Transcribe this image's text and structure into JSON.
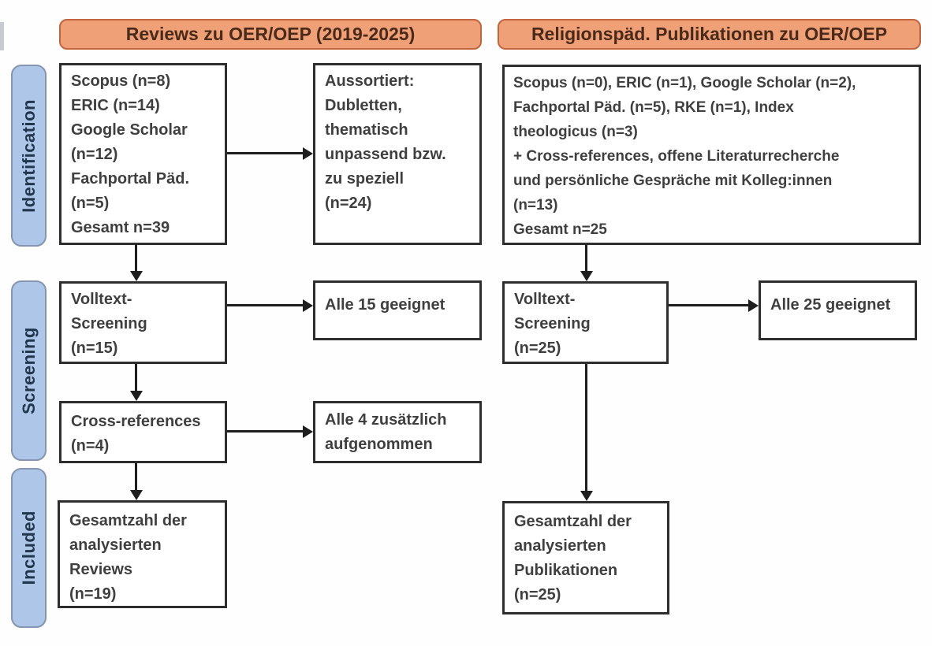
{
  "headers": {
    "left": "Reviews zu OER/OEP (2019-2025)",
    "right": "Religionspäd. Publikationen zu OER/OEP"
  },
  "stages": {
    "identification": "Identification",
    "screening": "Screening",
    "included": "Included"
  },
  "left_flow": {
    "sources": "Scopus (n=8)\nERIC (n=14)\nGoogle Scholar\n(n=12)\nFachportal Päd.\n(n=5)\nGesamt n=39",
    "excluded": "Aussortiert:\nDubletten,\nthematisch\nunpassend bzw.\nzu speziell\n(n=24)",
    "fulltext_screening": "Volltext-\nScreening\n(n=15)",
    "eligible": "Alle 15 geeignet",
    "cross_references": "Cross-references\n(n=4)",
    "added": "Alle 4 zusätzlich\naufgenommen",
    "total": "Gesamtzahl der\nanalysierten\nReviews\n(n=19)"
  },
  "right_flow": {
    "sources": "Scopus (n=0), ERIC (n=1), Google Scholar (n=2),\nFachportal Päd. (n=5), RKE (n=1), Index\ntheologicus (n=3)\n+ Cross-references, offene Literaturrecherche\nund persönliche Gespräche mit Kolleg:innen\n(n=13)\nGesamt n=25",
    "fulltext_screening": "Volltext-\nScreening\n(n=25)",
    "eligible": "Alle 25 geeignet",
    "total": "Gesamtzahl der\nanalysierten\nPublikationen\n(n=25)"
  },
  "colors": {
    "header_fill": "#efa077",
    "header_border": "#c2653f",
    "header_text": "#4a2a1a",
    "stage_fill": "#aec7e8",
    "stage_border": "#8595b2",
    "stage_text": "#22364e",
    "box_border": "#2e2e2e",
    "box_text": "#3f3f3f",
    "arrow": "#1e1e1e"
  }
}
